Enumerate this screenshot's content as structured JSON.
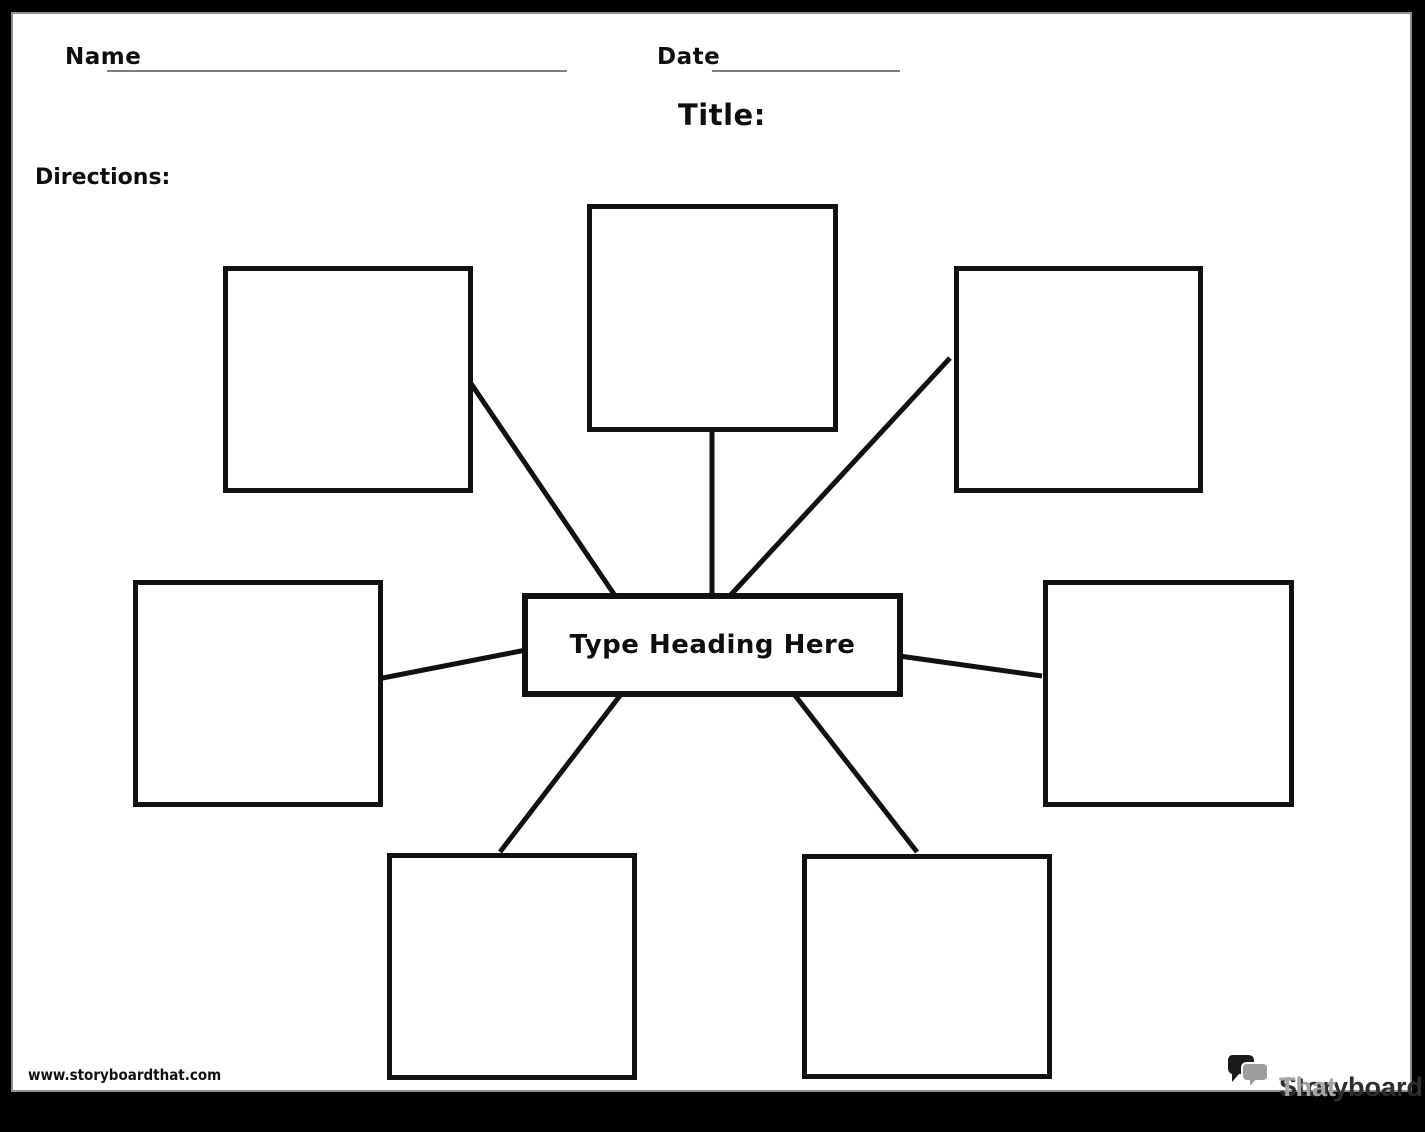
{
  "header": {
    "name_label": "Name",
    "date_label": "Date",
    "title_label": "Title:",
    "directions_label": "Directions:"
  },
  "diagram": {
    "type": "spider-map",
    "center_heading": "Type Heading Here",
    "node_count": 7,
    "nodes": [
      "",
      "",
      "",
      "",
      "",
      "",
      ""
    ]
  },
  "footer": {
    "website_url": "www.storyboardthat.com",
    "logo_text_primary": "Storyboard",
    "logo_text_secondary": "That"
  },
  "colors": {
    "page_background": "#ffffff",
    "surround_background": "#000000",
    "box_border": "#111111",
    "fill_line": "#7e7e7e",
    "logo_bubble_dark": "#1a1a1a",
    "logo_bubble_gray": "#9d9d9d",
    "logo_text_primary": "#2d2d2d",
    "logo_text_secondary": "#a5a5a5"
  }
}
